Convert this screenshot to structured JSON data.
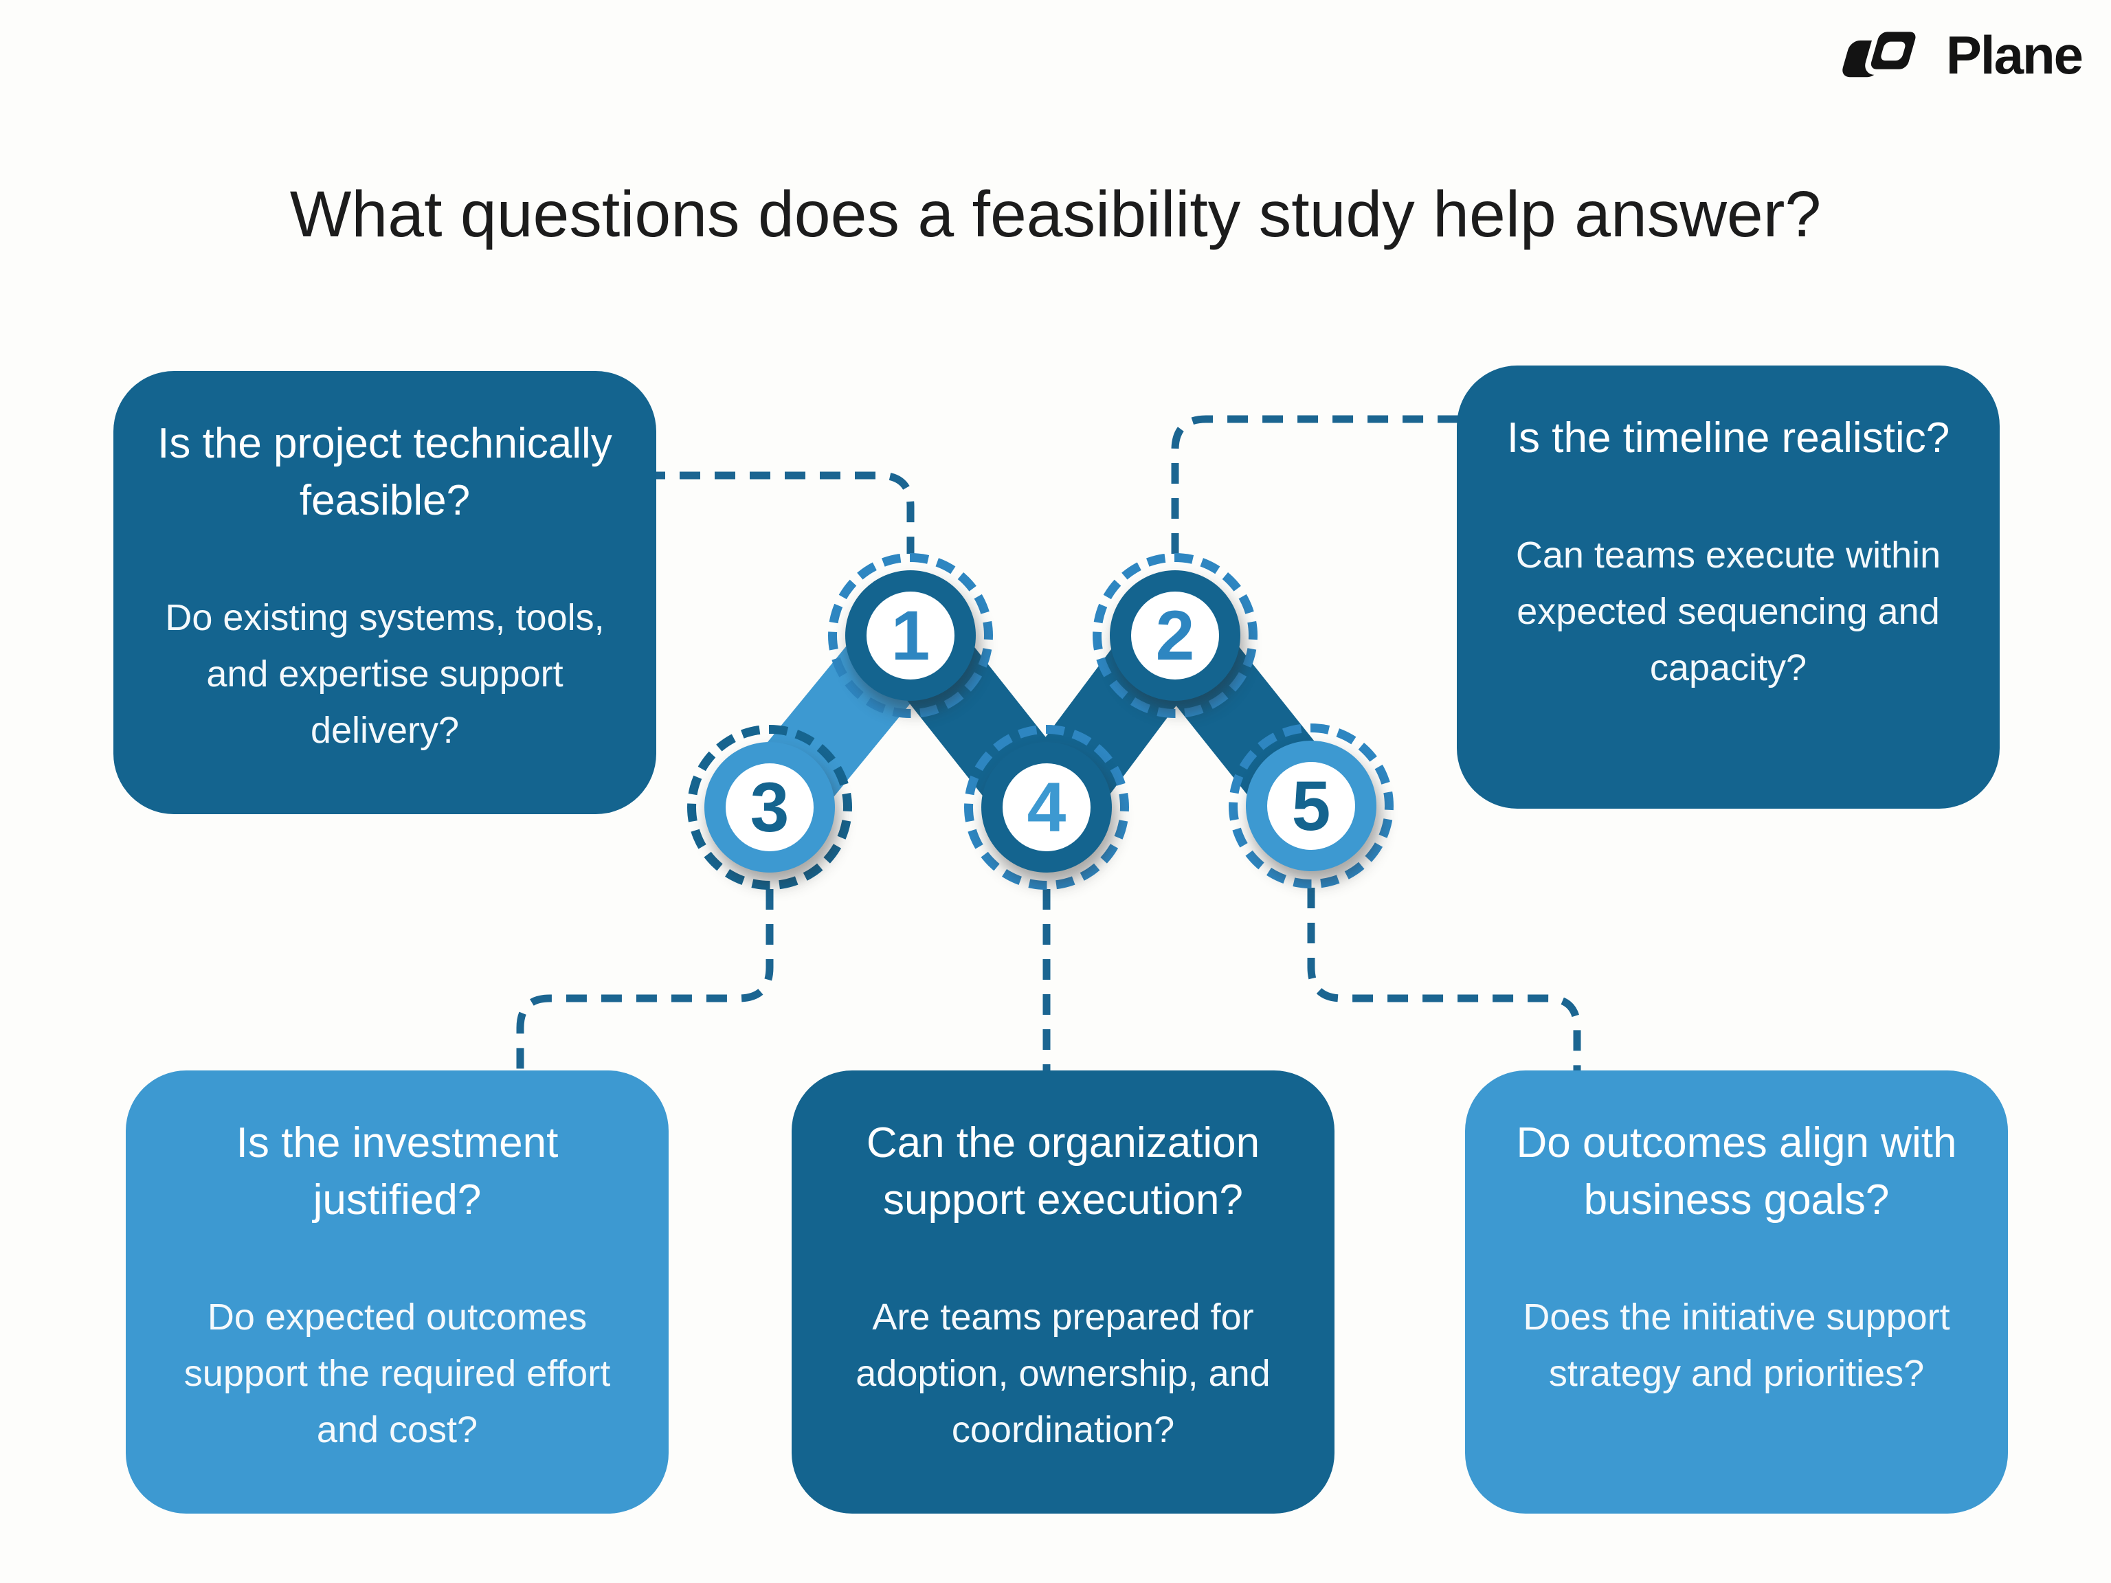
{
  "logo": {
    "brand": "Plane"
  },
  "title": "What questions does a feasibility study help answer?",
  "steps": [
    {
      "number": "1"
    },
    {
      "number": "2"
    },
    {
      "number": "3"
    },
    {
      "number": "4"
    },
    {
      "number": "5"
    }
  ],
  "cards": [
    {
      "step": "1",
      "position": "top-left",
      "heading": "Is the project technically feasible?",
      "body": "Do existing systems, tools, and expertise support delivery?"
    },
    {
      "step": "2",
      "position": "top-right",
      "heading": "Is the timeline realistic?",
      "body": "Can teams execute within expected sequencing and capacity?"
    },
    {
      "step": "3",
      "position": "bottom-left",
      "heading": "Is the investment justified?",
      "body": "Do expected outcomes support the required effort and cost?"
    },
    {
      "step": "4",
      "position": "bottom-middle",
      "heading": "Can the organization support execution?",
      "body": "Are teams prepared for adoption, ownership, and coordination?"
    },
    {
      "step": "5",
      "position": "bottom-right",
      "heading": "Do outcomes align with business goals?",
      "body": "Does the initiative support strategy and priorities?"
    }
  ],
  "colors": {
    "dark_blue": "#14648F",
    "medium_blue": "#2E86C1",
    "light_blue": "#3D99D1",
    "connector_blue": "#1B6591",
    "title_text": "#1C1C1C",
    "card_text": "#FFFFFF",
    "logo_black": "#131313",
    "background": "#FDFDFB"
  }
}
